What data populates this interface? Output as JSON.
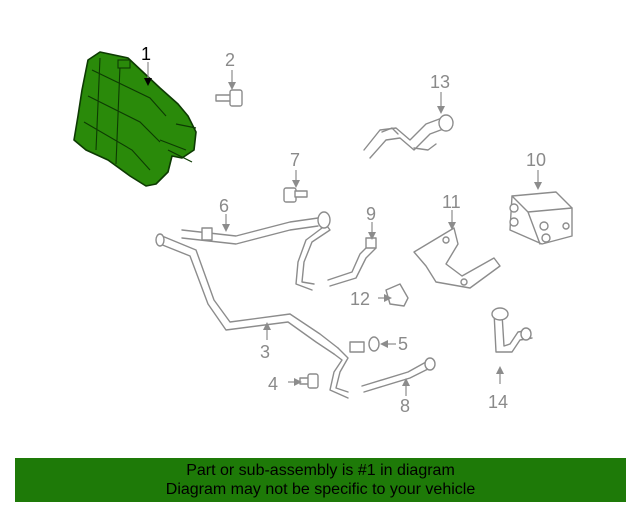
{
  "callouts": {
    "c1": "1",
    "c2": "2",
    "c3": "3",
    "c4": "4",
    "c5": "5",
    "c6": "6",
    "c7": "7",
    "c8": "8",
    "c9": "9",
    "c10": "10",
    "c11": "11",
    "c12": "12",
    "c13": "13",
    "c14": "14"
  },
  "banner": {
    "line1": "Part or sub-assembly is #1 in diagram",
    "line2": "Diagram may not be specific to your vehicle"
  },
  "colors": {
    "highlight": "#2a8a0a",
    "banner": "#1e7a08",
    "line": "#8c8c8c"
  }
}
